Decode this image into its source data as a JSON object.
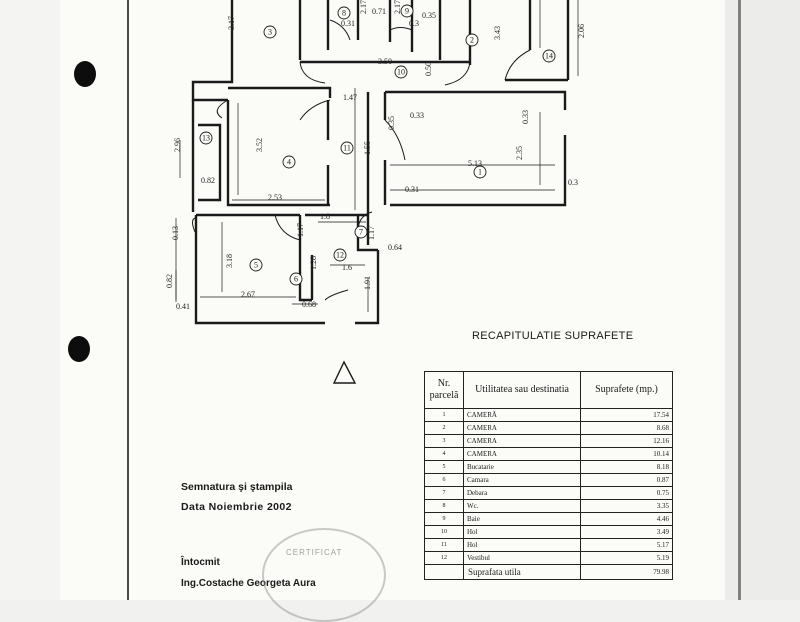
{
  "rooms": [
    {
      "nr": "1",
      "label": "1"
    },
    {
      "nr": "2",
      "label": "2"
    },
    {
      "nr": "3",
      "label": "3"
    },
    {
      "nr": "4",
      "label": "4"
    },
    {
      "nr": "5",
      "label": "5"
    },
    {
      "nr": "6",
      "label": "6"
    },
    {
      "nr": "7",
      "label": "7"
    },
    {
      "nr": "8",
      "label": "8"
    },
    {
      "nr": "9",
      "label": "9"
    },
    {
      "nr": "10",
      "label": "10"
    },
    {
      "nr": "11",
      "label": "11"
    },
    {
      "nr": "12",
      "label": "12"
    },
    {
      "nr": "13",
      "label": "13"
    },
    {
      "nr": "14",
      "label": "14"
    }
  ],
  "dimensions": [
    "3.17",
    "2.17",
    "0.71",
    "0.31",
    "2.17",
    "0.35",
    "0.3",
    "3.43",
    "2.06",
    "3.50",
    "0.50",
    "1.47",
    "0.33",
    "0.35",
    "0.33",
    "2.96",
    "3.52",
    "1.55",
    "5.13",
    "2.35",
    "0.82",
    "2.53",
    "0.31",
    "0.3",
    "0.13",
    "1.8",
    "1.17",
    "1.17",
    "0.64",
    "3.18",
    "1.28",
    "1.6",
    "0.82",
    "1.91",
    "2.67",
    "0.68",
    "0.41"
  ],
  "recap": {
    "title": "RECAPITULATIE SUPRAFETE",
    "headers": {
      "nr": "Nr. parcelă",
      "util": "Utilitatea sau destinatia",
      "supr": "Suprafete (mp.)"
    },
    "rows": [
      {
        "nr": "1",
        "util": "CAMERĂ",
        "supr": "17.54"
      },
      {
        "nr": "2",
        "util": "CAMERA",
        "supr": "8.68"
      },
      {
        "nr": "3",
        "util": "CAMERA",
        "supr": "12.16"
      },
      {
        "nr": "4",
        "util": "CAMERA",
        "supr": "10.14"
      },
      {
        "nr": "5",
        "util": "Bucatarie",
        "supr": "8.18"
      },
      {
        "nr": "6",
        "util": "Camara",
        "supr": "0.87"
      },
      {
        "nr": "7",
        "util": "Debara",
        "supr": "0.75"
      },
      {
        "nr": "8",
        "util": "Wc.",
        "supr": "3.35"
      },
      {
        "nr": "9",
        "util": "Baie",
        "supr": "4.46"
      },
      {
        "nr": "10",
        "util": "Hol",
        "supr": "3.49"
      },
      {
        "nr": "11",
        "util": "Hol",
        "supr": "5.17"
      },
      {
        "nr": "12",
        "util": "Vestibul",
        "supr": "5.19"
      }
    ],
    "total_label": "Suprafata utila",
    "total_value": "79.98"
  },
  "signature": "Semnatura şi ştampila",
  "date_line": "Data  Noiembrie  2002",
  "drawn_by": "Întocmit",
  "engineer": "Ing.Costache Georgeta Aura",
  "stamp_text": "CERTIFICAT",
  "colors": {
    "ink": "#1a1a1a",
    "paper": "#fbfbf8",
    "punch": "#0d0d0d"
  }
}
